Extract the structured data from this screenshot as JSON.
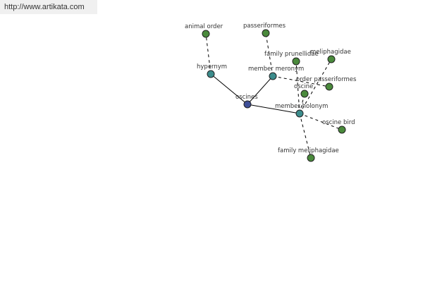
{
  "header": {
    "url": "http://www.artikata.com"
  },
  "colors": {
    "center": "#3f4f98",
    "relation": "#3c8c8c",
    "term": "#4a8a3c"
  },
  "graph": {
    "nodes": [
      {
        "id": "oscines",
        "label": "oscines",
        "kind": "center"
      },
      {
        "id": "hypernym",
        "label": "hypernym",
        "kind": "relation"
      },
      {
        "id": "member-meronym",
        "label": "member meronym",
        "kind": "relation"
      },
      {
        "id": "member-holonym",
        "label": "member holonym",
        "kind": "relation"
      },
      {
        "id": "animal-order",
        "label": "animal order",
        "kind": "term"
      },
      {
        "id": "passeriformes",
        "label": "passeriformes",
        "kind": "term"
      },
      {
        "id": "family-prunellidae",
        "label": "family prunellidae",
        "kind": "term"
      },
      {
        "id": "meliphagidae",
        "label": "meliphagidae",
        "kind": "term"
      },
      {
        "id": "order-passeriformes",
        "label": "order passeriformes",
        "kind": "term"
      },
      {
        "id": "oscine",
        "label": "oscine",
        "kind": "term"
      },
      {
        "id": "oscine-bird",
        "label": "oscine bird",
        "kind": "term"
      },
      {
        "id": "family-meliphagidae",
        "label": "family meliphagidae",
        "kind": "term"
      }
    ],
    "edges": [
      {
        "from": "oscines",
        "to": "hypernym",
        "style": "solid"
      },
      {
        "from": "oscines",
        "to": "member-meronym",
        "style": "solid"
      },
      {
        "from": "oscines",
        "to": "member-holonym",
        "style": "solid"
      },
      {
        "from": "hypernym",
        "to": "animal-order",
        "style": "dashed"
      },
      {
        "from": "member-meronym",
        "to": "passeriformes",
        "style": "dashed"
      },
      {
        "from": "member-meronym",
        "to": "order-passeriformes",
        "style": "dashed"
      },
      {
        "from": "member-holonym",
        "to": "family-prunellidae",
        "style": "dashed"
      },
      {
        "from": "member-holonym",
        "to": "meliphagidae",
        "style": "dashed"
      },
      {
        "from": "member-holonym",
        "to": "oscine",
        "style": "dashed"
      },
      {
        "from": "member-holonym",
        "to": "oscine-bird",
        "style": "dashed"
      },
      {
        "from": "member-holonym",
        "to": "family-meliphagidae",
        "style": "dashed"
      }
    ]
  }
}
